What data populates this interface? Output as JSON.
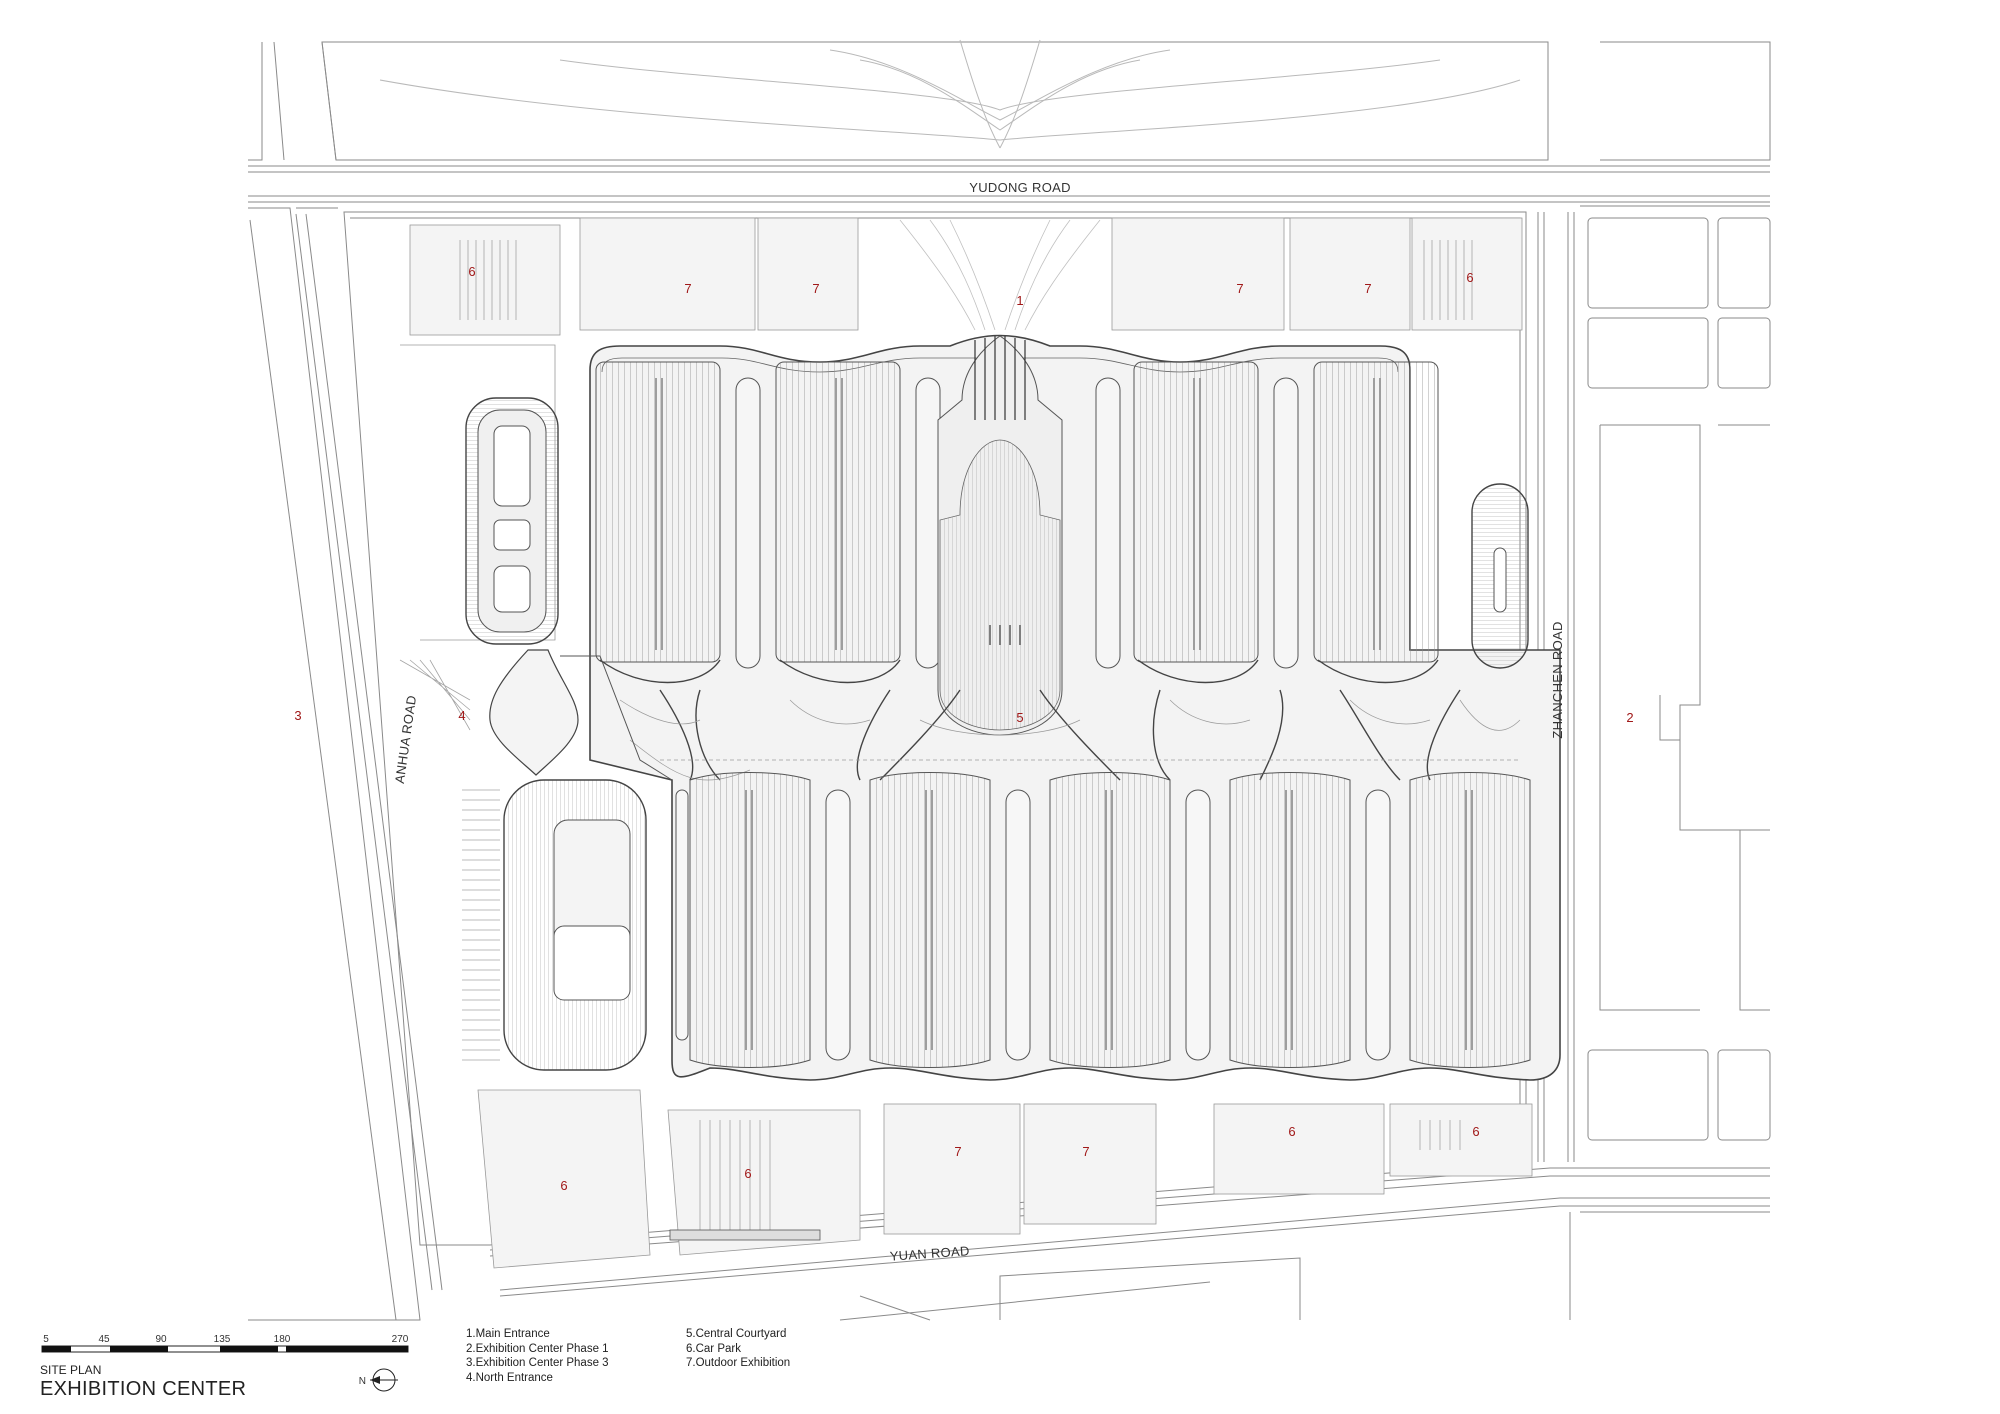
{
  "roads": {
    "north": "YUDONG ROAD",
    "south": "YUAN ROAD",
    "west": "ANHUA ROAD",
    "east": "ZHANCHEN ROAD"
  },
  "zone_numbers": {
    "main_entrance": "1",
    "phase1": "2",
    "phase3": "3",
    "north_entrance": "4",
    "courtyard": "5",
    "car_park": "6",
    "outdoor": "7"
  },
  "scale_bar": {
    "ticks": [
      "5",
      "45",
      "90",
      "135",
      "180",
      "270"
    ]
  },
  "legend": {
    "col1": [
      "1.Main Entrance",
      "2.Exhibition Center Phase 1",
      "3.Exhibition Center Phase 3",
      "4.North Entrance"
    ],
    "col2": [
      "5.Central Courtyard",
      "6.Car Park",
      "7.Outdoor Exhibition"
    ]
  },
  "title": {
    "subtitle": "SITE PLAN",
    "main": "EXHIBITION CENTER"
  },
  "north_arrow": {
    "label": "N",
    "icon": "north-arrow-icon"
  },
  "colors": {
    "line": "#8a8a8a",
    "dark_line": "#444444",
    "fill": "#f1f1f1",
    "number": "#a01818"
  }
}
